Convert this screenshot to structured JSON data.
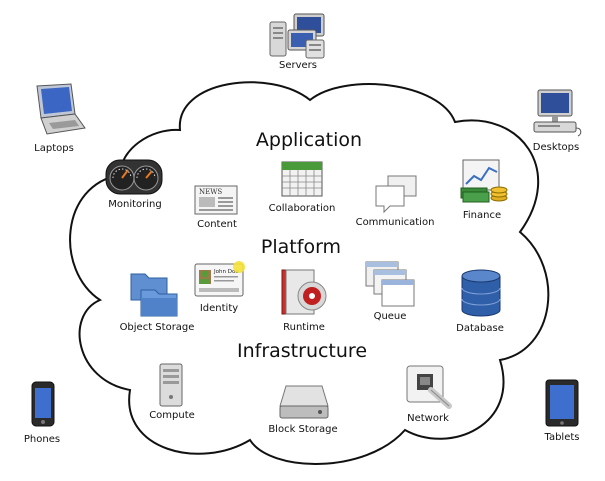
{
  "layers": {
    "application": "Application",
    "platform": "Platform",
    "infrastructure": "Infrastructure"
  },
  "devices": {
    "servers": "Servers",
    "laptops": "Laptops",
    "desktops": "Desktops",
    "phones": "Phones",
    "tablets": "Tablets"
  },
  "application_items": {
    "monitoring": "Monitoring",
    "content": "Content",
    "collaboration": "Collaboration",
    "communication": "Communication",
    "finance": "Finance"
  },
  "platform_items": {
    "object_storage": "Object Storage",
    "identity": "Identity",
    "runtime": "Runtime",
    "queue": "Queue",
    "database": "Database"
  },
  "infrastructure_items": {
    "compute": "Compute",
    "block_storage": "Block Storage",
    "network": "Network"
  },
  "identity_card_text": "John Doe",
  "newspaper_text": "NEWS"
}
